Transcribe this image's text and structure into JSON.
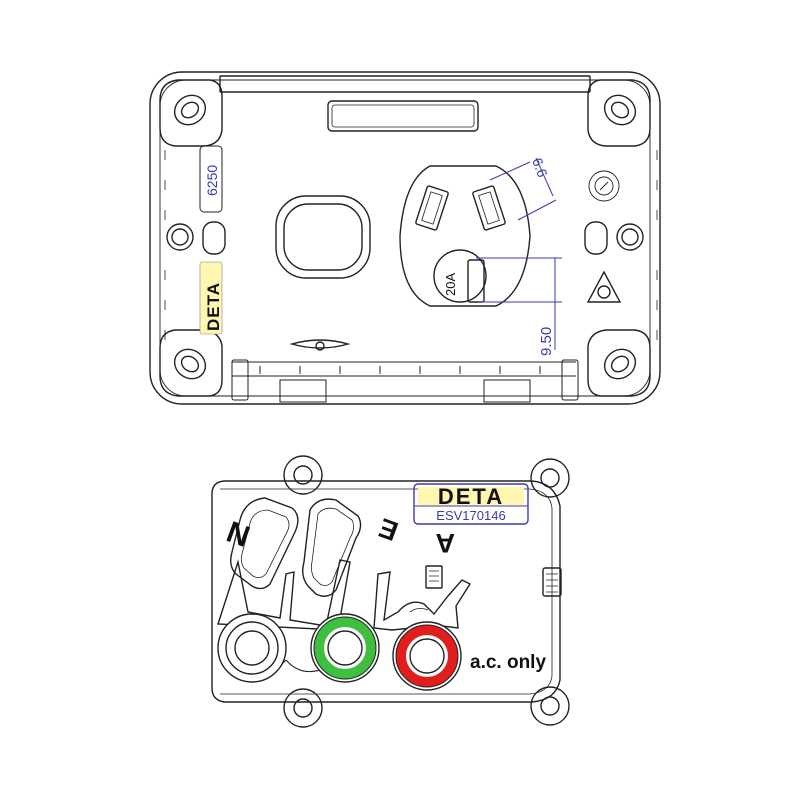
{
  "front_plate": {
    "model_number": "6250",
    "brand": "DETA",
    "socket_rating": "20A",
    "dim_pin_width": "6.6",
    "dim_pin_spacing": "9.50",
    "colors": {
      "model_number": "#3a3ab0",
      "dimension": "#3a3ab0",
      "brand": "#111111",
      "brand_bg": "#fff6b0"
    }
  },
  "back_terminal": {
    "brand": "DETA",
    "approval_code": "ESV170146",
    "terminals": [
      {
        "letter": "N",
        "ring_color": "#ffffff"
      },
      {
        "letter": "E",
        "ring_color": "#3fbf3f"
      },
      {
        "letter": "A",
        "ring_color": "#e21d1d"
      }
    ],
    "note": "a.c. only",
    "colors": {
      "badge_border": "#3a3ab0",
      "approval_code": "#3a3ab0"
    }
  }
}
